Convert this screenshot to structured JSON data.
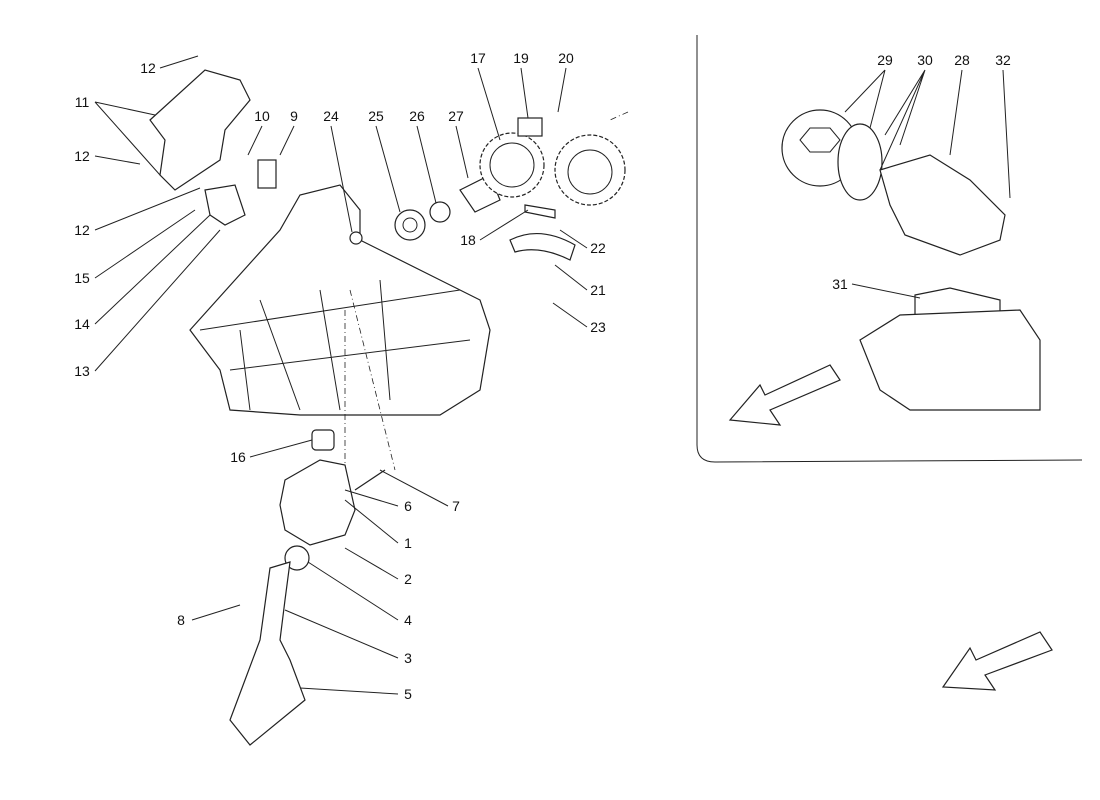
{
  "diagram": {
    "title": "Oil pump and filter exploded parts diagram",
    "labels": [
      "12",
      "11",
      "12",
      "10",
      "9",
      "24",
      "25",
      "26",
      "27",
      "17",
      "19",
      "20",
      "12",
      "15",
      "14",
      "13",
      "18",
      "22",
      "21",
      "23",
      "16",
      "7",
      "6",
      "1",
      "2",
      "4",
      "8",
      "3",
      "5",
      "29",
      "30",
      "28",
      "32",
      "31"
    ]
  }
}
